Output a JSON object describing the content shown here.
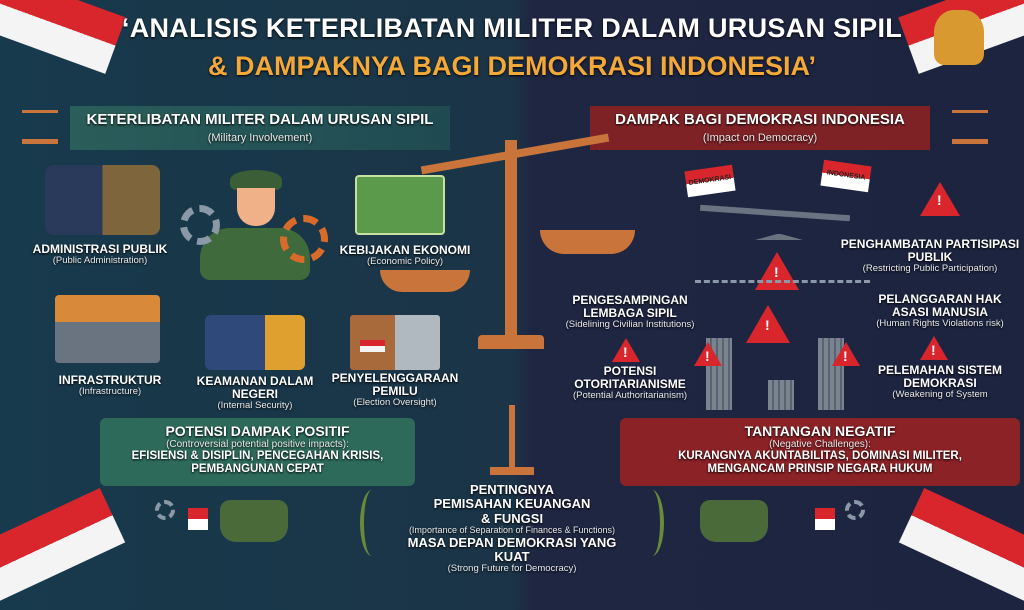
{
  "title": {
    "line1": "‘ANALISIS KETERLIBATAN MILITER DALAM URUSAN SIPIL",
    "line2": "& DAMPAKNYA BAGI DEMOKRASI INDONESIA’"
  },
  "left": {
    "header": "KETERLIBATAN MILITER DALAM URUSAN SIPIL",
    "header_sub": "(Military Involvement)",
    "items": [
      {
        "label": "ADMINISTRASI PUBLIK",
        "sub": "(Public Administration)"
      },
      {
        "label": "KEBIJAKAN EKONOMI",
        "sub": "(Economic Policy)"
      },
      {
        "label": "INFRASTRUKTUR",
        "sub": "(Infrastructure)"
      },
      {
        "label": "KEAMANAN DALAM NEGERI",
        "sub": "(Internal Security)"
      },
      {
        "label": "PENYELENGGARAAN PEMILU",
        "sub": "(Election Oversight)"
      }
    ],
    "box": {
      "title": "POTENSI DAMPAK POSITIF",
      "sub": "(Controversial potential positive impacts):",
      "body": "EFISIENSI & DISIPLIN, PENCEGAHAN KRISIS, PEMBANGUNAN CEPAT"
    }
  },
  "right": {
    "header": "DAMPAK BAGI DEMOKRASI INDONESIA",
    "header_sub": "(Impact on Democracy)",
    "flags": [
      "DEMOKRASI",
      "INDONESIA"
    ],
    "items": [
      {
        "label": "PENGHAMBATAN PARTISIPASI PUBLIK",
        "sub": "(Restricting Public Participation)"
      },
      {
        "label": "PENGESAMPINGAN LEMBAGA SIPIL",
        "sub": "(Sidelining Civilian Institutions)"
      },
      {
        "label": "PELANGGARAN HAK ASASI MANUSIA",
        "sub": "(Human Rights Violations risk)"
      },
      {
        "label": "POTENSI OTORITARIANISME",
        "sub": "(Potential Authoritarianism)"
      },
      {
        "label": "PELEMAHAN SISTEM DEMOKRASI",
        "sub": "(Weakening of System"
      }
    ],
    "box": {
      "title": "TANTANGAN NEGATIF",
      "sub": "(Negative Challenges):",
      "body": "KURANGNYA AKUNTABILITAS, DOMINASI MILITER, MENGANCAM PRINSIP NEGARA HUKUM"
    }
  },
  "center": {
    "line1": "PENTINGNYA PEMISAHAN KEUANGAN & FUNGSI",
    "sub1": "(Importance of Separation of Finances & Functions)",
    "line2": "MASA DEPAN DEMOKRASI YANG KUAT",
    "sub2": "(Strong Future for Democracy)"
  },
  "colors": {
    "green": "#2e6b5a",
    "red": "#8a2226",
    "orange": "#f3a83a",
    "bronze": "#c8743a"
  }
}
